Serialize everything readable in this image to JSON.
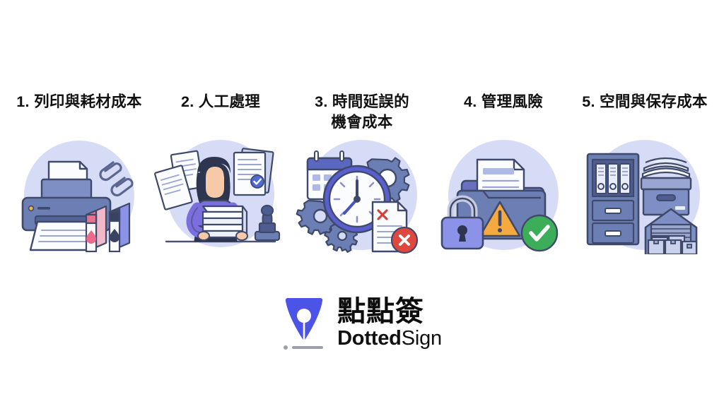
{
  "background_color": "#ffffff",
  "palette": {
    "circle_bg": "#D6DBF6",
    "brand_blue": "#4C54E8",
    "slate_blue": "#6C7FB5",
    "deep_navy": "#3F4A6B",
    "periwinkle": "#8C92E8",
    "paper_white": "#FBFCFE",
    "accent_purple": "#7B6FE0",
    "warning_orange": "#F5A93F",
    "success_green": "#3CAE5A",
    "error_red": "#E0473F",
    "ink_pink": "#E8718F",
    "title_black": "#111111"
  },
  "columns": [
    {
      "number": "1",
      "title": "1. 列印與耗材成本",
      "icon_name": "printer-supplies-icon",
      "icon_parts": [
        "printer",
        "paper-sheet",
        "paper-clips",
        "ink-cartridges"
      ]
    },
    {
      "number": "2",
      "title": "2. 人工處理",
      "icon_name": "manual-processing-icon",
      "icon_parts": [
        "person",
        "document-stack",
        "floating-documents",
        "rubber-stamp",
        "check-badge"
      ]
    },
    {
      "number": "3",
      "title": "3. 時間延誤的\n機會成本",
      "icon_name": "time-delay-icon",
      "icon_parts": [
        "calendar",
        "clock",
        "gears",
        "rejected-document",
        "error-badge"
      ]
    },
    {
      "number": "4",
      "title": "4. 管理風險",
      "icon_name": "management-risk-icon",
      "icon_parts": [
        "folder",
        "document",
        "warning-triangle",
        "padlock",
        "check-badge"
      ]
    },
    {
      "number": "5",
      "title": "5. 空間與保存成本",
      "icon_name": "storage-cost-icon",
      "icon_parts": [
        "filing-cabinet",
        "binders",
        "archive-box",
        "warehouse",
        "cartons"
      ]
    }
  ],
  "logo": {
    "mark_name": "dottedsign-pen-nib-logo",
    "chinese_name": "點點簽",
    "english_bold": "Dotted",
    "english_light": "Sign"
  }
}
